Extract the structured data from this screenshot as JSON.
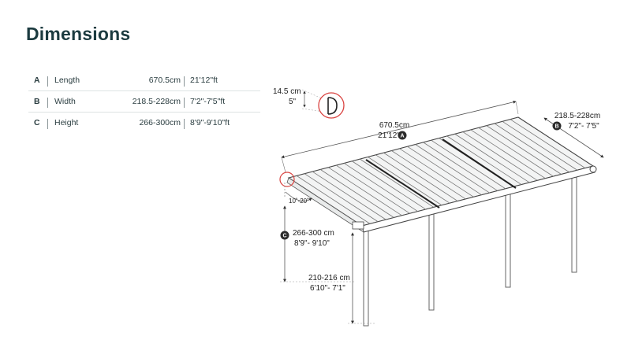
{
  "title": "Dimensions",
  "dimensions": [
    {
      "letter": "A",
      "name": "Length",
      "cm": "670.5cm",
      "ft": "21'12\"ft"
    },
    {
      "letter": "B",
      "name": "Width",
      "cm": "218.5-228cm",
      "ft": "7'2\"-7'5\"ft"
    },
    {
      "letter": "C",
      "name": "Height",
      "cm": "266-300cm",
      "ft": "8'9\"-9'10\"ft"
    }
  ],
  "diagram": {
    "thickness_cm": "14.5 cm",
    "thickness_in": "5\"",
    "length_cm": "670.5cm",
    "length_ft": "21'12\"",
    "width_cm": "218.5-228cm",
    "width_ft": "7'2\"- 7'5\"",
    "angle": "10˚-20˚",
    "height_cm": "266-300 cm",
    "height_ft": "8'9\"- 9'10\"",
    "low_height_cm": "210-216 cm",
    "low_height_ft": "6'10\"- 7'1\"",
    "badge_a": "A",
    "badge_b": "B",
    "badge_c": "C"
  },
  "colors": {
    "title": "#1c3b40",
    "accent_circle": "#d9423f",
    "badge": "#2b2b2b"
  }
}
